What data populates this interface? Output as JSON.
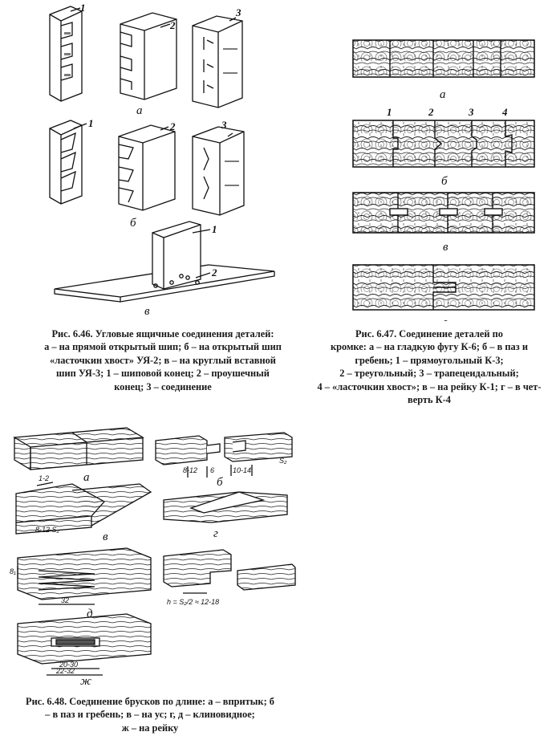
{
  "fig46": {
    "labels": {
      "a": "а",
      "b": "б",
      "v": "в"
    },
    "numbers": [
      "1",
      "2",
      "3",
      "1",
      "2",
      "3",
      "1",
      "2"
    ],
    "caption": [
      "Рис. 6.46. Угловые ящичные соединения деталей:",
      "а – на прямой открытый шип; б – на открытый шип",
      "«ласточкин хвост» УЯ-2; в – на круглый вставной",
      "шип УЯ-3; 1 – шиповой конец; 2 – проушечный",
      "конец; 3 – соединение"
    ]
  },
  "fig47": {
    "labels": {
      "a": "а",
      "b": "б",
      "v": "в",
      "g": "г"
    },
    "numbers": [
      "1",
      "2",
      "3",
      "4"
    ],
    "caption": [
      "Рис. 6.47. Соединение деталей по",
      "кромке: а – на гладкую фугу К-6; б – в паз и",
      "гребень; 1 – прямоугольный К-3;",
      "2 – треугольный; 3 – трапецеидальный;",
      "4 – «ласточкин хвост»; в – на рейку К-1; г – в чет-",
      "верть К-4"
    ]
  },
  "fig48": {
    "labels": {
      "a": "а",
      "b": "б",
      "v": "в",
      "g": "г",
      "d": "д",
      "zh": "ж"
    },
    "dims": {
      "b1": "8-12",
      "b2": "6",
      "b3": "10-14",
      "b4": "S₂",
      "v1": "1-2",
      "v2": "8-12 S₂",
      "d1": "8₁",
      "d2": "32",
      "e1": "h = S₂/2 ≈ 12-18",
      "zh1": "20-30",
      "zh2": "22-32"
    },
    "caption": [
      "Рис. 6.48. Соединение брусков по длине: а – впритык; б",
      "– в паз и гребень; в – на ус; г, д – клиновидное;",
      "ж – на рейку"
    ]
  }
}
